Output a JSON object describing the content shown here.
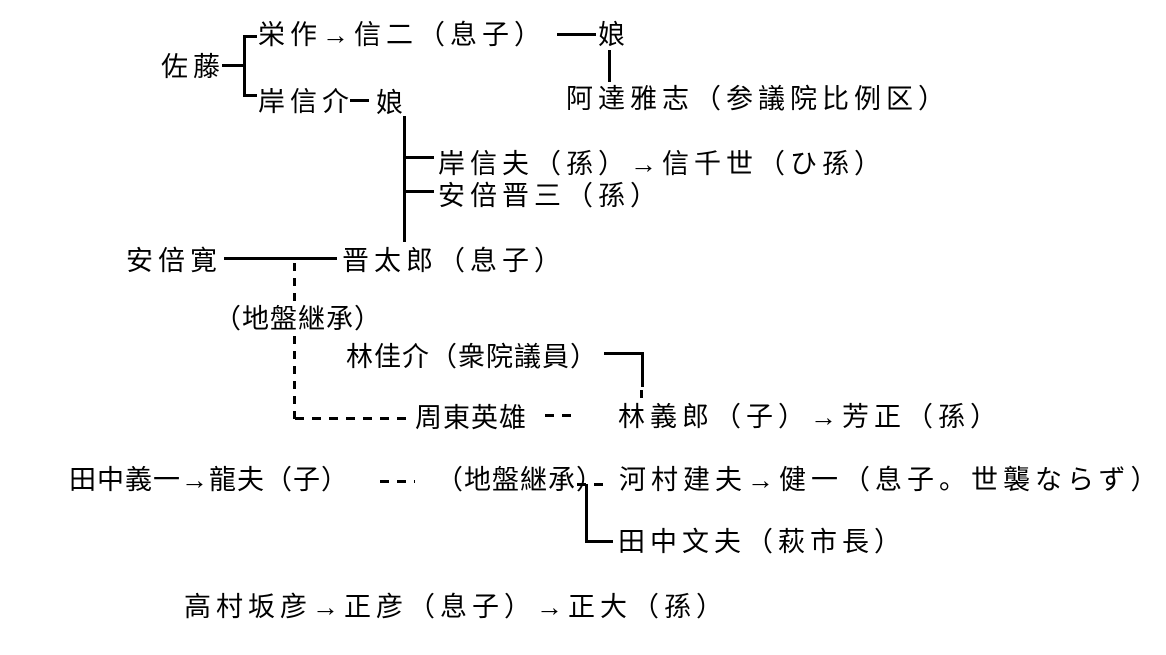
{
  "diagram": {
    "type": "family-tree",
    "language": "ja",
    "colors": {
      "background": "#ffffff",
      "line": "#000000",
      "text": "#000000"
    },
    "families": {
      "sato_kishi": {
        "surname": "佐藤",
        "eisaku_line": "栄作→信二（息子）",
        "eisaku_daughter": "娘",
        "adachi": "阿達雅志（参議院比例区）",
        "kishi_nobusuke": "岸信介",
        "kishi_daughter": "娘",
        "kishi_nobuo_line": "岸信夫（孫）→信千世（ひ孫）",
        "abe_shinzo": "安倍晋三（孫）"
      },
      "abe": {
        "abe_kan": "安倍寛",
        "shintaro": "晋太郎（息子）",
        "jiban_note": "（地盤継承）"
      },
      "hayashi": {
        "kasuke": "林佳介（衆院議員）",
        "shuto_hideo": "周東英雄",
        "yoshiro_line": "林義郎（子）→芳正（孫）"
      },
      "tanaka_kawamura": {
        "giichi_line": "田中義一→龍夫（子）",
        "jiban_note": "（地盤継承）",
        "kawamura_line": "河村建夫→健一（息子。世襲ならず）",
        "tanaka_fumio": "田中文夫（萩市長）"
      },
      "komura": {
        "line": "高村坂彦→正彦（息子）→正大（孫）"
      }
    }
  }
}
